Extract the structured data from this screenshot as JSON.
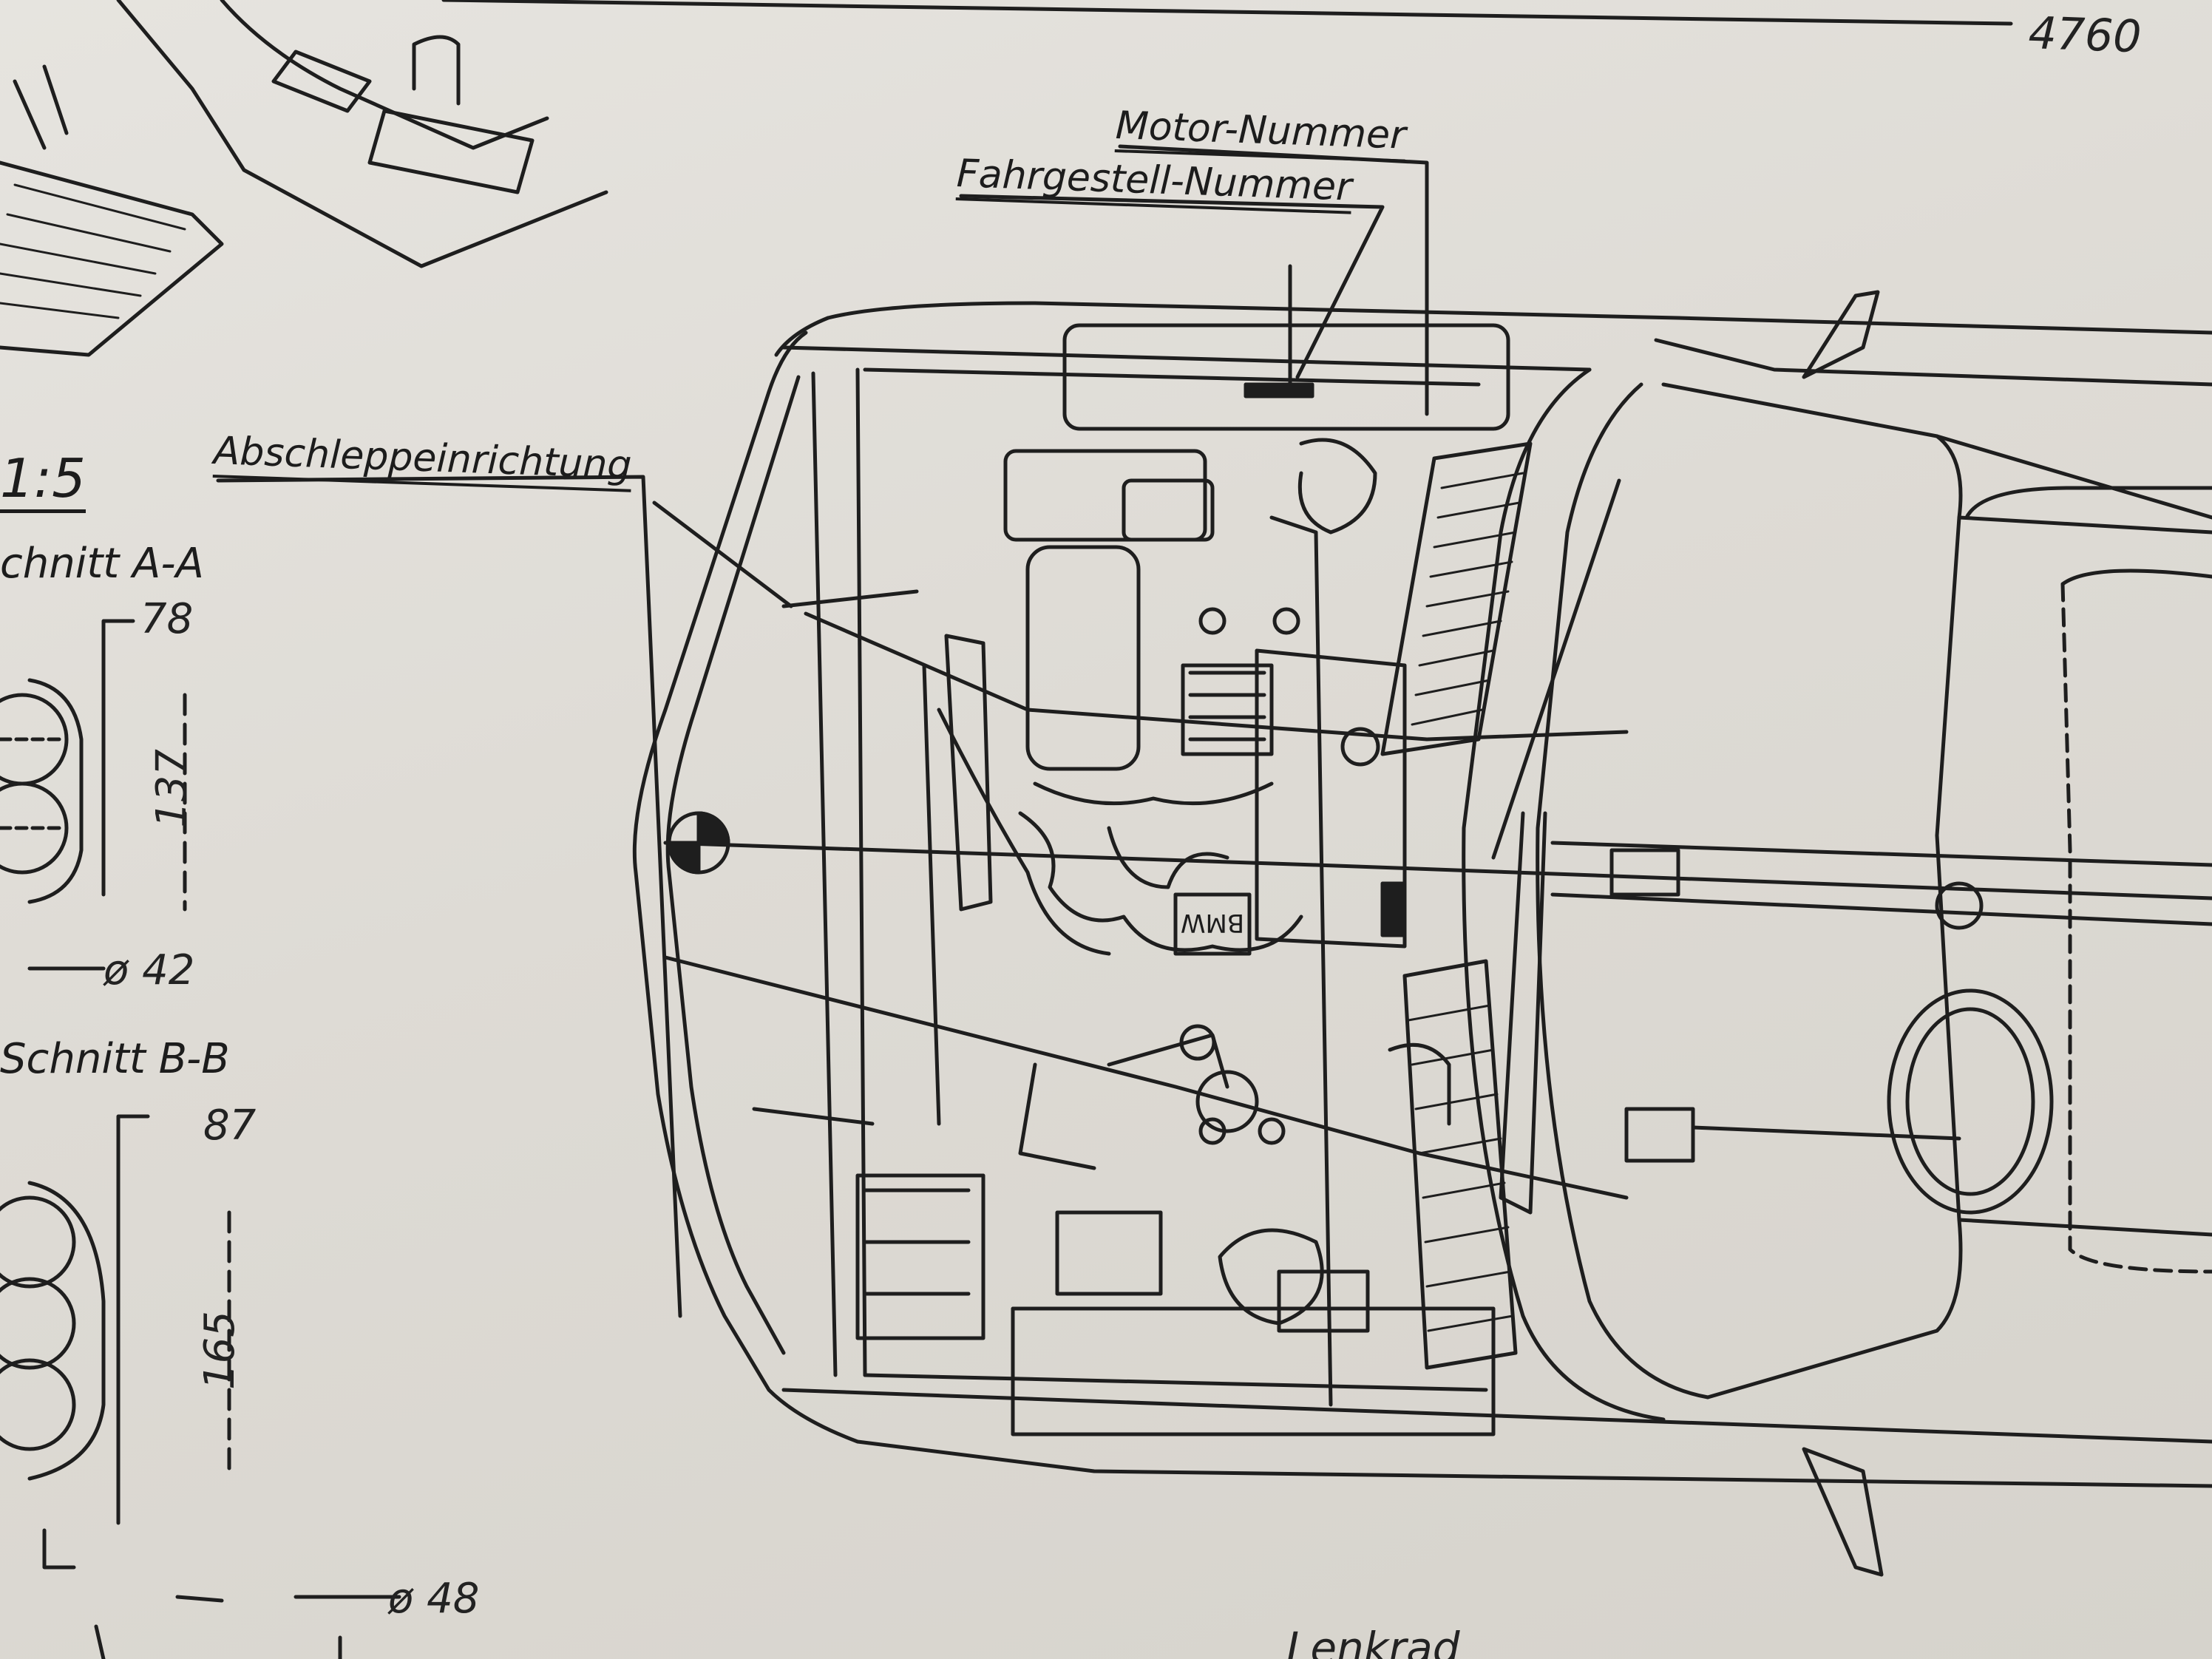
{
  "labels": {
    "drawing_number": "4760",
    "motor_number": "Motor-Nummer",
    "chassis_number": "Fahrgestell-Nummer",
    "towing_device": "Abschleppeinrichtung",
    "scale": "1:5",
    "section_a": "chnitt A-A",
    "section_b": "Schnitt B-B",
    "steering_wheel": "Lenkrad",
    "engine_badge": "BMW"
  },
  "dimensions": {
    "a_width": "78",
    "a_height": "137",
    "a_diameter": "ø 42",
    "b_width": "87",
    "b_height": "165",
    "b_diameter": "ø 48"
  },
  "icons": [
    "gear-shift-sketch",
    "bmw-roundel-icon",
    "headlamp-section-drawing"
  ],
  "colors": {
    "paper": "#dedbd5",
    "ink": "#1c1c1c"
  }
}
